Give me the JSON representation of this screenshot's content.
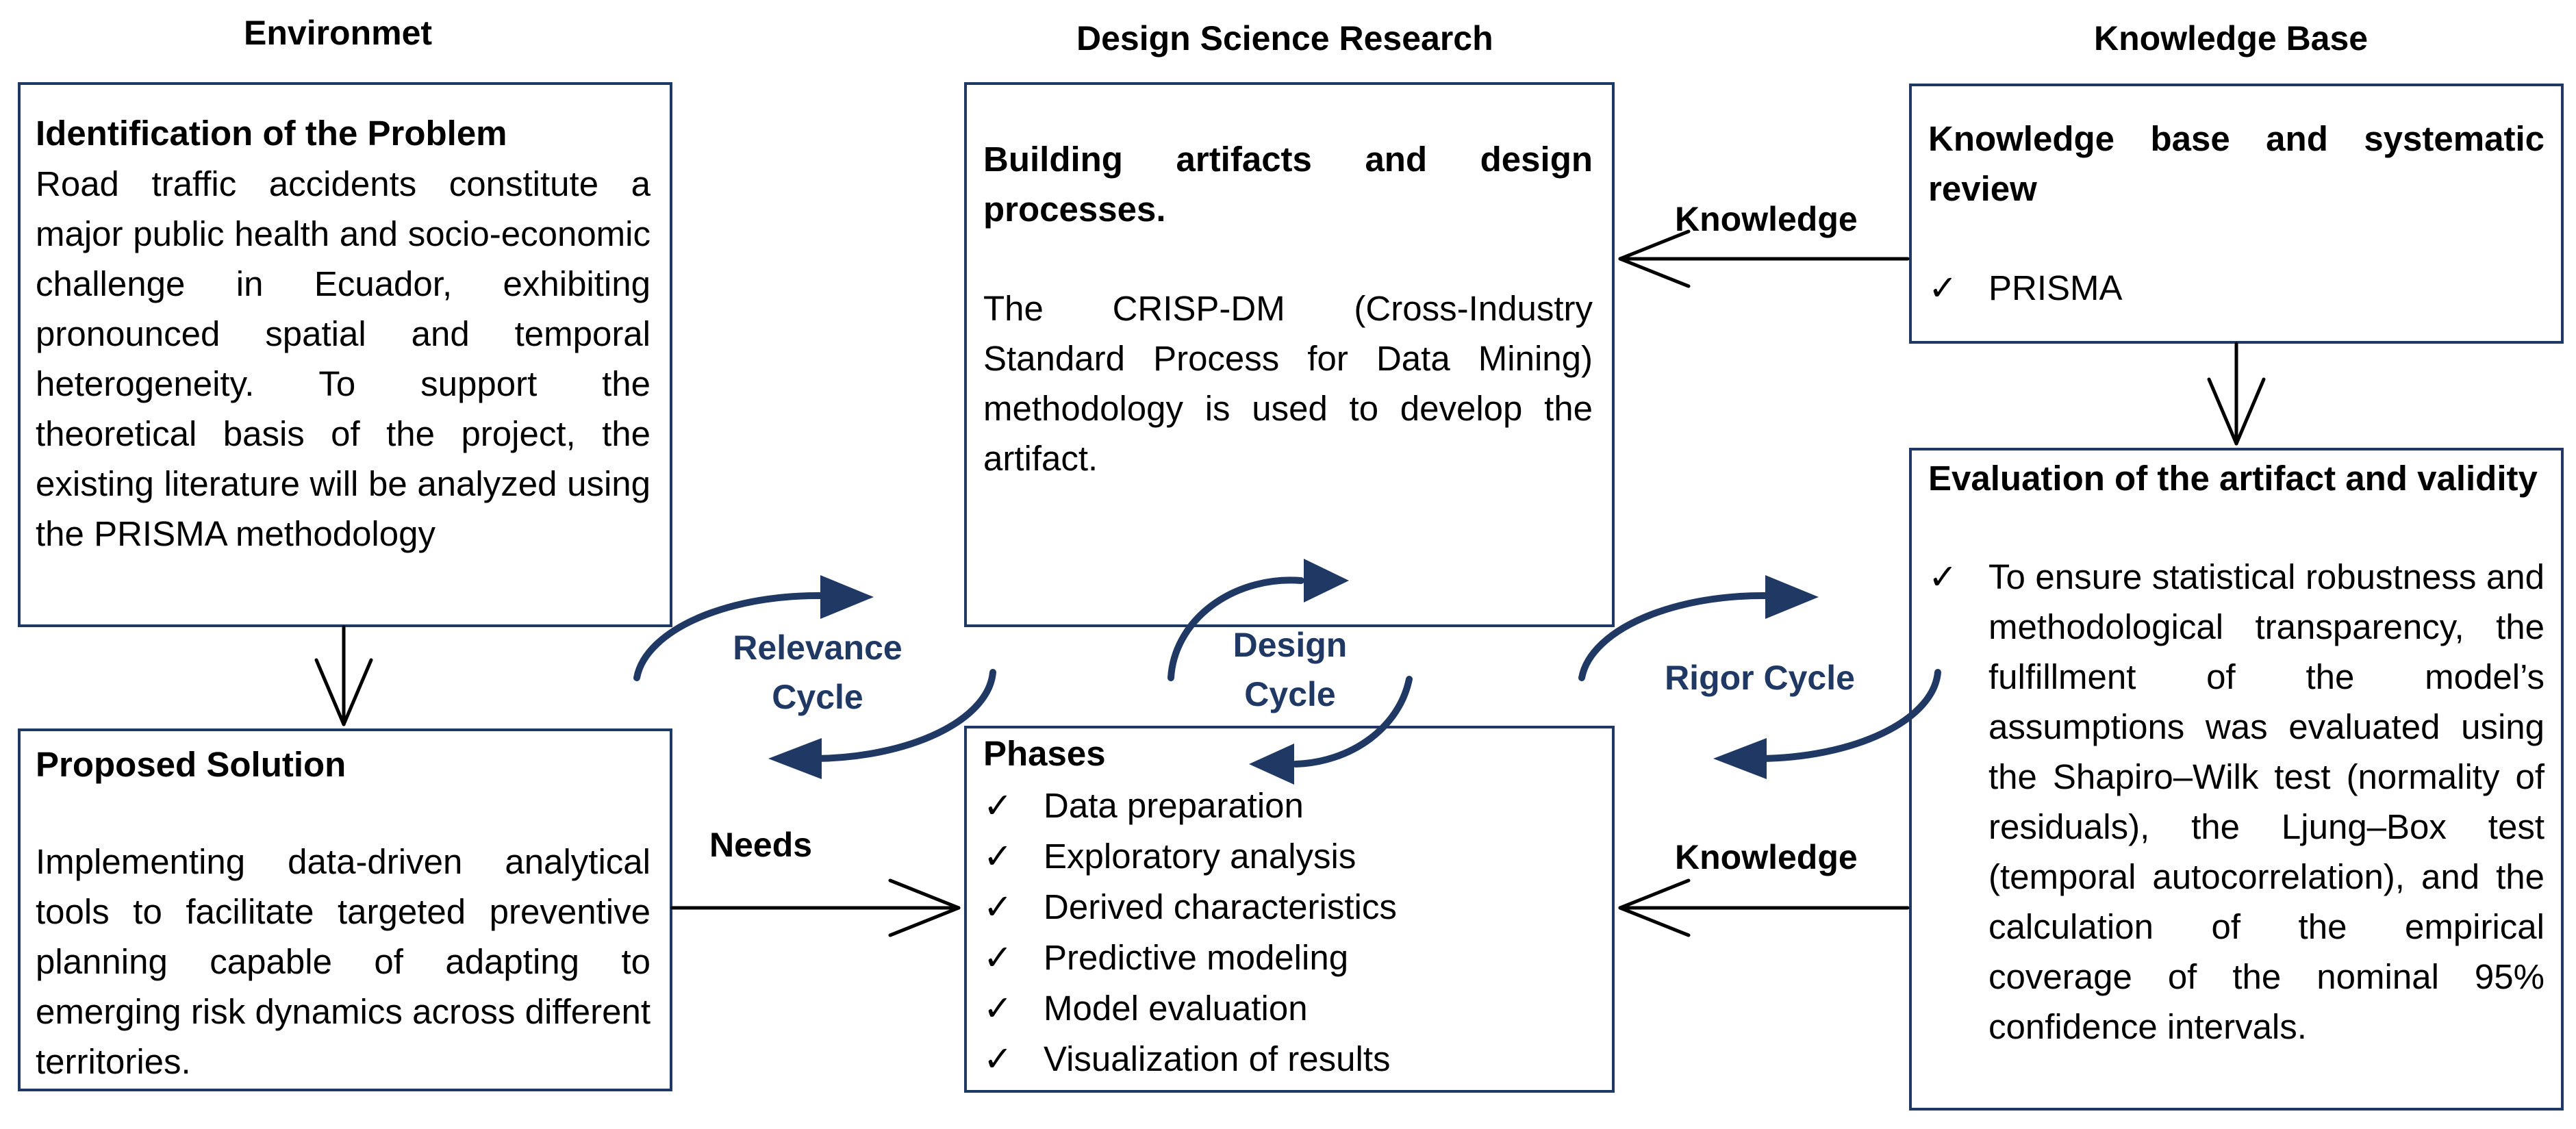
{
  "columns": {
    "environment": "Environmet",
    "dsr": "Design Science Research",
    "knowledge_base": "Knowledge Base"
  },
  "problem": {
    "title": "Identification of the Problem",
    "body": "Road traffic accidents constitute a major public health and socio-economic challenge in Ecuador, exhibiting pronounced spatial and temporal heterogeneity. To support the theoretical basis of the project, the existing literature will be analyzed using the PRISMA methodology"
  },
  "solution": {
    "title": "Proposed Solution",
    "body": "Implementing data-driven analytical tools to facilitate targeted preventive planning capable of adapting to emerging risk dynamics across different territories."
  },
  "building": {
    "title": "Building artifacts and design processes.",
    "body": "The CRISP-DM (Cross-Industry Standard Process for Data Mining) methodology is used to develop the artifact."
  },
  "phases": {
    "title": "Phases",
    "items": [
      "Data preparation",
      "Exploratory analysis",
      "Derived characteristics",
      "Predictive modeling",
      "Model evaluation",
      "Visualization of results"
    ]
  },
  "kb_review": {
    "title": "Knowledge base and systematic review",
    "items": [
      "PRISMA"
    ]
  },
  "evaluation": {
    "title": "Evaluation of the artifact and validity",
    "items": [
      "To ensure statistical robustness and methodological transparency, the fulfillment of the model’s assumptions was evaluated using the Shapiro–Wilk test (normality of residuals), the Ljung–Box test (temporal autocorrelation), and the calculation of the empirical coverage of the nominal 95% confidence intervals."
    ]
  },
  "cycles": {
    "relevance_line1": "Relevance",
    "relevance_line2": "Cycle",
    "design_line1": "Design",
    "design_line2": "Cycle",
    "rigor": "Rigor Cycle"
  },
  "edges": {
    "knowledge_top": "Knowledge",
    "knowledge_bottom": "Knowledge",
    "needs": "Needs"
  },
  "check_symbol": "✓",
  "colors": {
    "border": "#1f3864",
    "cycle": "#1f3864",
    "arrow": "#000000"
  }
}
